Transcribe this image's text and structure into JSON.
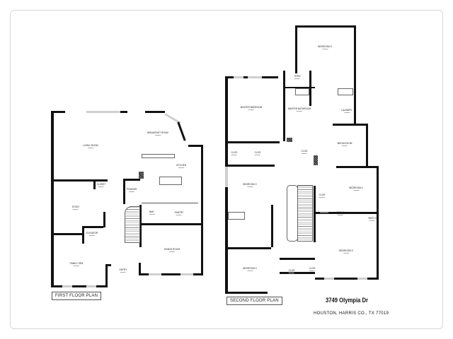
{
  "address": "3749 Olympia Dr",
  "city_line": "HOUSTON, HARRIS CO., TX  77019",
  "first_floor": {
    "title": "FIRST FLOOR PLAN",
    "rooms": [
      "LIVING ROOM",
      "BREAKFAST ROOM",
      "KITCHEN",
      "STUDY",
      "CLOSET",
      "POWDER",
      "BAR",
      "PANTRY",
      "ELEVATOR",
      "FAMILY DEN",
      "ENTRY",
      "DINING ROOM"
    ]
  },
  "second_floor": {
    "title": "SECOND FLOOR PLAN",
    "rooms": [
      "BEDROOM 6",
      "MASTER BEDROOM",
      "MASTER BATHROOM",
      "CLOS",
      "CLOS",
      "CLOS",
      "LAUNDRY",
      "MEDIA ROOM",
      "BEDROOM 2",
      "BEDROOM 4",
      "CLOS",
      "BATH 3",
      "BATH 4",
      "BEDROOM 5",
      "BEDROOM 3",
      "CLOS",
      "CLOS",
      "STRG"
    ]
  },
  "colors": {
    "wall": "#111111",
    "window": "#cfcfcf"
  }
}
